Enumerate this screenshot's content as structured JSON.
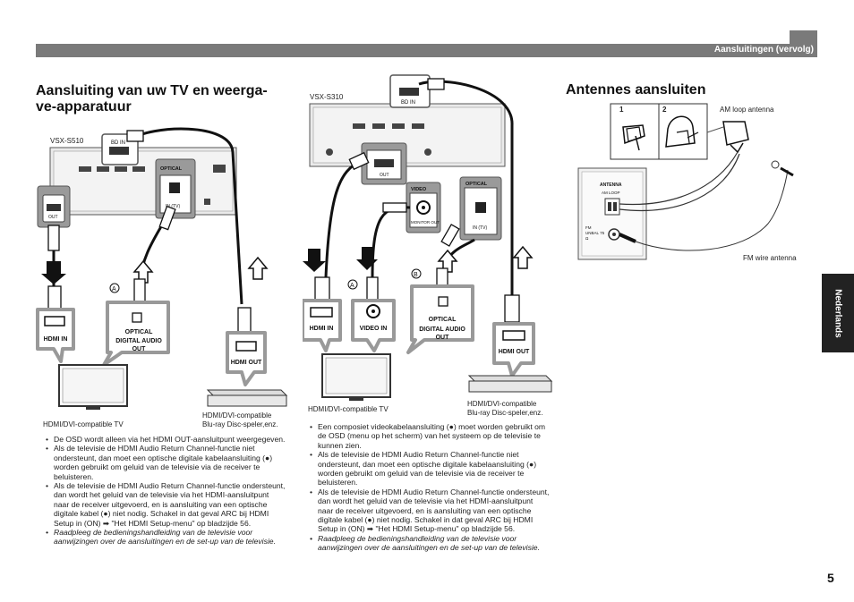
{
  "header": {
    "section": "Aansluitingen (vervolg)"
  },
  "side_tab": {
    "language": "Nederlands"
  },
  "page_number": "5",
  "section_tv": {
    "title_line1": "Aansluiting van uw TV en weerga-",
    "title_line2": "ve-apparatuur"
  },
  "section_antenna": {
    "title": "Antennes aansluiten"
  },
  "diagram1": {
    "model": "VSX-S510",
    "hdmi_in": "HDMI IN",
    "optical": "OPTICAL",
    "digital_audio_out": "DIGITAL AUDIO OUT",
    "hdmi_out": "HDMI OUT",
    "tv_caption": "HDMI/DVI-compatible TV",
    "player_caption_1": "HDMI/DVI-compatible",
    "player_caption_2": "Blu-ray Disc-speler,enz.",
    "marker_a": "A",
    "receiver_bd_in": "BD IN",
    "receiver_out": "OUT",
    "receiver_optical": "OPTICAL",
    "receiver_in_tv": "IN (TV)"
  },
  "diagram2": {
    "model": "VSX-S310",
    "hdmi_in": "HDMI IN",
    "video_in": "VIDEO IN",
    "optical": "OPTICAL",
    "digital_audio_out": "DIGITAL AUDIO OUT",
    "hdmi_out": "HDMI OUT",
    "tv_caption": "HDMI/DVI-compatible TV",
    "player_caption_1": "HDMI/DVI-compatible",
    "player_caption_2": "Blu-ray Disc-speler,enz.",
    "marker_a": "A",
    "marker_b": "B",
    "receiver_bd_in": "BD IN",
    "receiver_out": "OUT",
    "receiver_video": "VIDEO",
    "receiver_monitor_out": "MONITOR OUT",
    "receiver_optical": "OPTICAL",
    "receiver_in_tv": "IN (TV)"
  },
  "antenna": {
    "step1": "1",
    "step2": "2",
    "am_loop": "AM loop antenna",
    "fm_wire": "FM wire antenna",
    "panel_antenna": "ANTENNA",
    "panel_am_loop": "AM LOOP",
    "panel_fm": "FM UNBAL 75 Ω"
  },
  "notes_left": [
    "De OSD wordt alleen via het HDMI OUT-aansluitpunt weergegeven.",
    "Als de televisie de HDMI Audio Return Channel-functie niet ondersteunt, dan moet een optische digitale kabelaansluiting (●) worden gebruikt om geluid van de televisie via de receiver te beluisteren.",
    "Als de televisie de HDMI Audio Return Channel-functie ondersteunt, dan wordt het geluid van de televisie via het HDMI-aansluitpunt naar de receiver uitgevoerd, en is aansluiting van een optische digitale kabel (●) niet nodig. Schakel in dat geval ARC bij HDMI Setup in (ON) ➡ \"Het HDMI Setup-menu\" op bladzijde 56.",
    "Raadpleeg de bedieningshandleiding van de televisie voor aanwijzingen over de aansluitingen en de set-up van de televisie."
  ],
  "notes_right": [
    "Een composiet videokabelaansluiting (●) moet worden gebruikt om de OSD (menu op het scherm) van het systeem op de televisie te kunnen zien.",
    "Als de televisie de HDMI Audio Return Channel-functie niet ondersteunt, dan moet een optische digitale kabelaansluiting (●) worden gebruikt om geluid van de televisie via de receiver te beluisteren.",
    "Als de televisie de HDMI Audio Return Channel-functie ondersteunt, dan wordt het geluid van de televisie via het HDMI-aansluitpunt naar de receiver uitgevoerd, en is aansluiting van een optische digitale kabel (●) niet nodig. Schakel in dat geval ARC bij HDMI Setup in (ON) ➡ \"Het HDMI Setup-menu\" op bladzijde 56.",
    "Raadpleeg de bedieningshandleiding van de televisie voor aanwijzingen over de aansluitingen en de set-up van de televisie."
  ]
}
